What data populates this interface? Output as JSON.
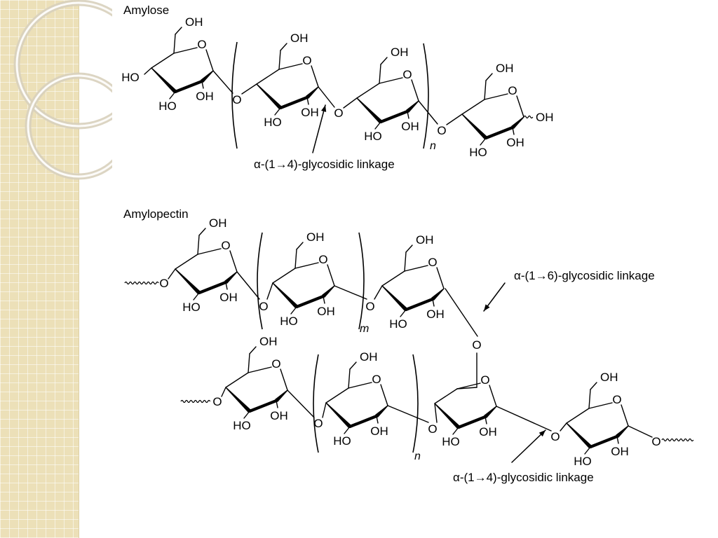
{
  "amylose": {
    "title": "Amylose",
    "linkage_label": "α-(1→4)-glycosidic linkage",
    "repeat_subscript": "n"
  },
  "amylopectin": {
    "title": "Amylopectin",
    "linkage_16_label": "α-(1→6)-glycosidic linkage",
    "linkage_14_label": "α-(1→4)-glycosidic linkage",
    "repeat_subscript_top": "m",
    "repeat_subscript_bottom": "n"
  },
  "atoms": {
    "ring_oxygen": "O",
    "hydroxyl": "OH",
    "hydroxyl_left": "HO"
  },
  "colors": {
    "panel": "#ece0b8",
    "ink": "#000000"
  }
}
